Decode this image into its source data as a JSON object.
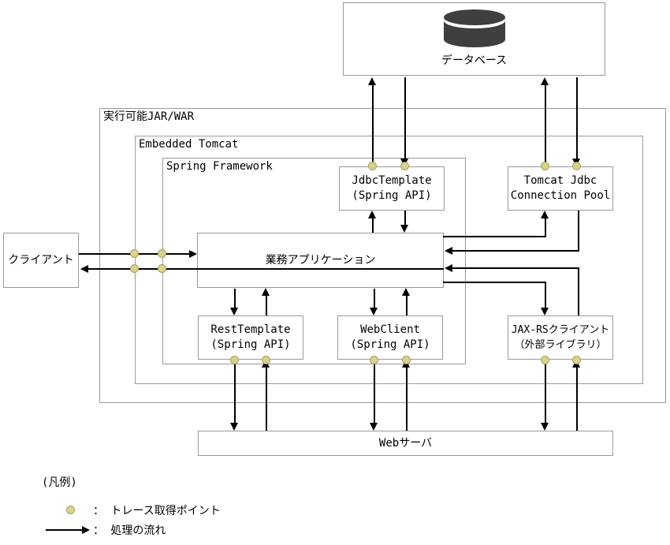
{
  "nodes": {
    "database": {
      "label": "データベース"
    },
    "jar_war": {
      "label": "実行可能JAR/WAR"
    },
    "embedded_tomcat": {
      "label": "Embedded Tomcat"
    },
    "spring_framework": {
      "label": "Spring Framework"
    },
    "jdbc_template": {
      "line1": "JdbcTemplate",
      "line2": "(Spring API)"
    },
    "tomcat_jdbc_pool": {
      "line1": "Tomcat Jdbc",
      "line2": "Connection Pool"
    },
    "business_app": {
      "label": "業務アプリケーション"
    },
    "client": {
      "label": "クライアント"
    },
    "rest_template": {
      "line1": "RestTemplate",
      "line2": "(Spring API)"
    },
    "web_client": {
      "line1": "WebClient",
      "line2": "(Spring API)"
    },
    "jaxrs_client": {
      "line1": "JAX-RSクライアント",
      "line2": "（外部ライブラリ）"
    },
    "web_server": {
      "label": "Webサーバ"
    }
  },
  "legend": {
    "title": "(凡例)",
    "trace_label": "： トレース取得ポイント",
    "flow_label": "： 処理の流れ"
  },
  "colors": {
    "arrow": "#000000",
    "box_border": "#9a9a9a",
    "trace_dot_fill": "#d9d18f",
    "trace_dot_border": "#a8a15e",
    "database_icon": "#3f3f3f",
    "background": "#ffffff"
  }
}
